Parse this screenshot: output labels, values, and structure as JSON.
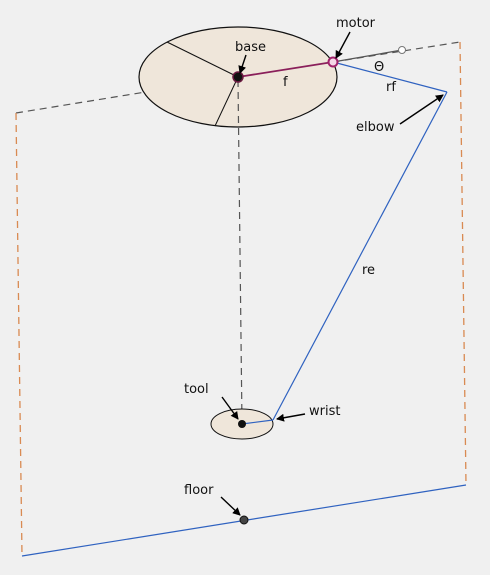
{
  "labels": {
    "base": "base",
    "motor": "motor",
    "theta": "Θ",
    "f": "f",
    "rf": "rf",
    "elbow": "elbow",
    "re": "re",
    "tool": "tool",
    "wrist": "wrist",
    "floor": "floor"
  },
  "colors": {
    "background": "#f0f0f0",
    "ellipse_fill": "#efe6da",
    "f_link": "#8a1f5a",
    "arm_blue": "#2f62c0",
    "frame_orange": "#d98a52",
    "dashed_gray": "#555555"
  }
}
